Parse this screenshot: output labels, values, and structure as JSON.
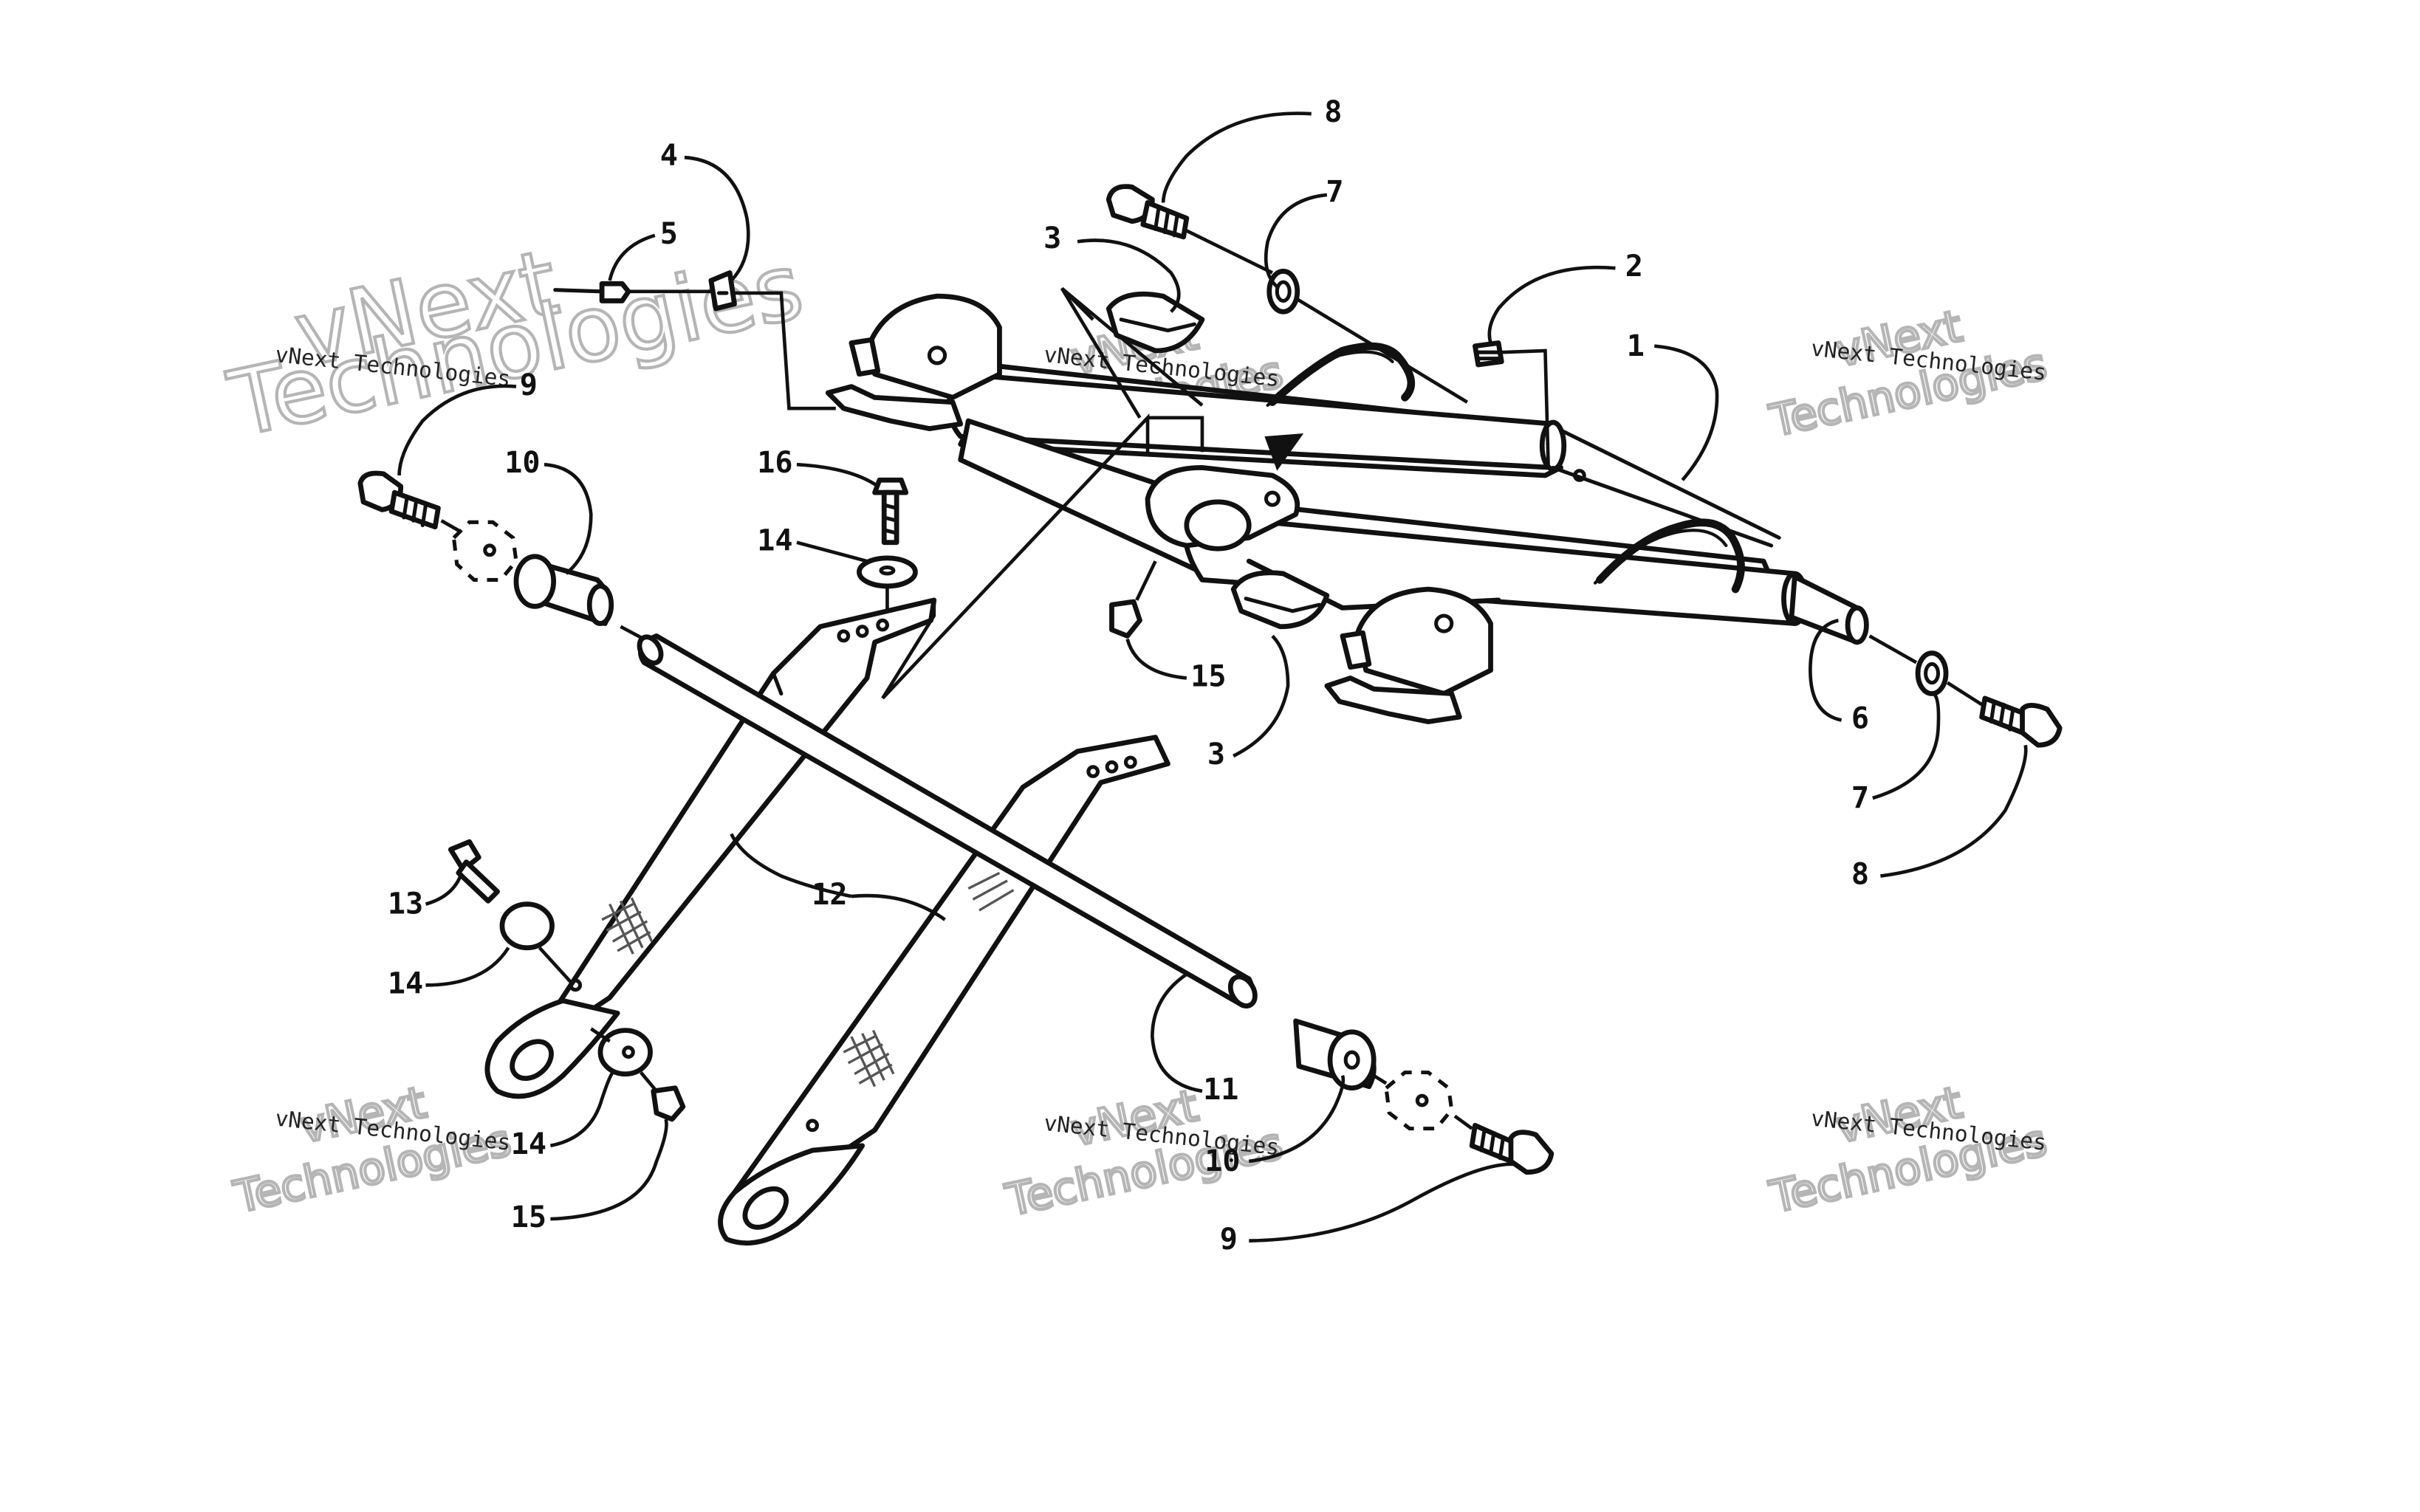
{
  "colors": {
    "line": "#111111",
    "watermark": "#b5b5b5",
    "background": "#ffffff"
  },
  "watermark": {
    "line1": "vNext",
    "line2": "vNext Technologies",
    "line3": "Technologies"
  },
  "callouts": [
    {
      "id": "c1",
      "label": "1"
    },
    {
      "id": "c2",
      "label": "2"
    },
    {
      "id": "c3a",
      "label": "3"
    },
    {
      "id": "c3b",
      "label": "3"
    },
    {
      "id": "c4",
      "label": "4"
    },
    {
      "id": "c5",
      "label": "5"
    },
    {
      "id": "c6",
      "label": "6"
    },
    {
      "id": "c7a",
      "label": "7"
    },
    {
      "id": "c7b",
      "label": "7"
    },
    {
      "id": "c8a",
      "label": "8"
    },
    {
      "id": "c8b",
      "label": "8"
    },
    {
      "id": "c9a",
      "label": "9"
    },
    {
      "id": "c9b",
      "label": "9"
    },
    {
      "id": "c10a",
      "label": "10"
    },
    {
      "id": "c10b",
      "label": "10"
    },
    {
      "id": "c11",
      "label": "11"
    },
    {
      "id": "c12",
      "label": "12"
    },
    {
      "id": "c13",
      "label": "13"
    },
    {
      "id": "c14a",
      "label": "14"
    },
    {
      "id": "c14b",
      "label": "14"
    },
    {
      "id": "c14c",
      "label": "14"
    },
    {
      "id": "c15a",
      "label": "15"
    },
    {
      "id": "c15b",
      "label": "15"
    },
    {
      "id": "c16",
      "label": "16"
    }
  ]
}
